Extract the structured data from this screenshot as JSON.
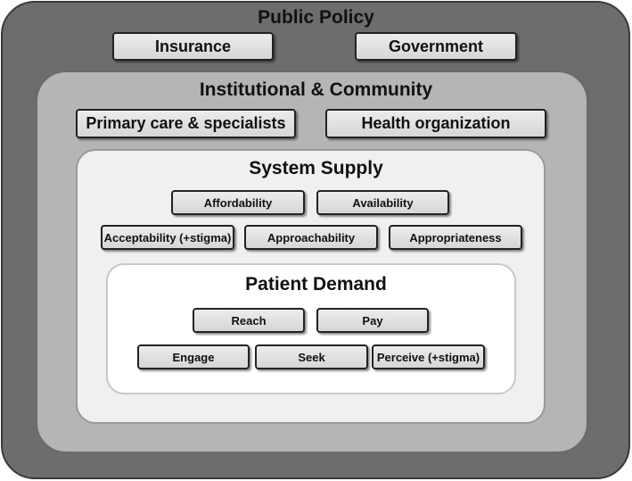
{
  "layers": {
    "public_policy": {
      "title": "Public Policy",
      "items": [
        "Insurance",
        "Government"
      ]
    },
    "institutional": {
      "title": "Institutional & Community",
      "items": [
        "Primary care & specialists",
        "Health organization"
      ]
    },
    "system_supply": {
      "title": "System Supply",
      "items": [
        "Affordability",
        "Availability",
        "Acceptability (+stigma)",
        "Approachability",
        "Appropriateness"
      ]
    },
    "patient_demand": {
      "title": "Patient Demand",
      "items": [
        "Reach",
        "Pay",
        "Engage",
        "Seek",
        "Perceive (+stigma)"
      ]
    }
  }
}
